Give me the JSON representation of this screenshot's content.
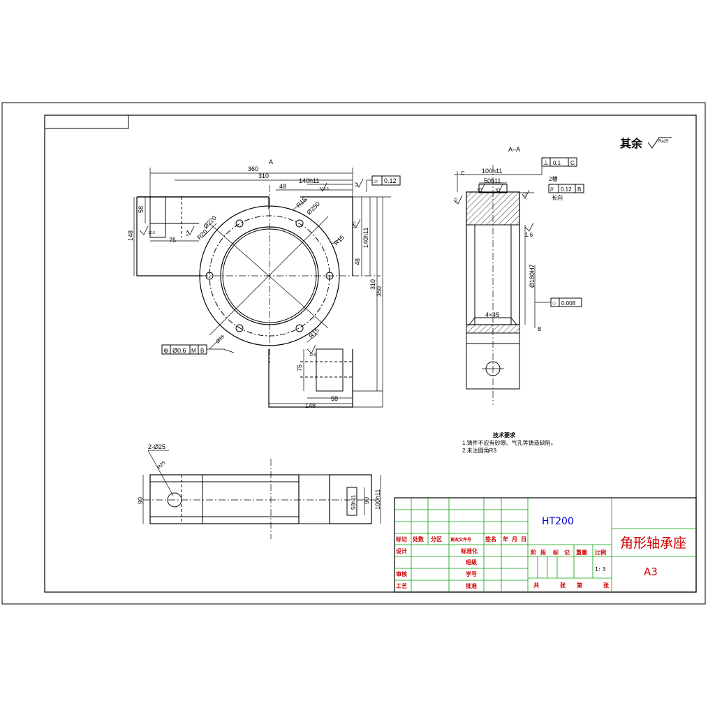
{
  "surface_finish_note": {
    "label": "其余",
    "value": "Ra25"
  },
  "front_view": {
    "view_label": "A",
    "dims": {
      "d360": "360",
      "d310_top": "310",
      "d140h11_top": "140h11",
      "d48_top": "48",
      "d58_left": "58",
      "d148_left": "148",
      "d75_left": "75",
      "d140h11_right": "140h11",
      "d48_right": "48",
      "d310_right": "310",
      "d350": "350",
      "d75_bottom": "75",
      "d58_bottom": "58",
      "d148_bottom": "148",
      "dia220": "Ø220",
      "dia250": "Ø250",
      "r15_a": "R15",
      "r15_b": "R15",
      "r15_c": "R15",
      "r20": "R20",
      "dia15": "Ø15"
    },
    "roughness": {
      "r1": "12.5",
      "r2": "6.3",
      "r3": "12.5",
      "r4": "3.2",
      "r5": "12.5",
      "r6": "12.5"
    },
    "position_tol": {
      "symbol": "⊕",
      "value": "Ø0.6",
      "modifier": "M",
      "datum": "B"
    },
    "flatness_tol": {
      "symbol": "▱",
      "value": "0.12"
    }
  },
  "section_view": {
    "view_label": "A–A",
    "dims": {
      "d100h11": "100h11",
      "d50h11": "50h11",
      "bore": "Ø180H7",
      "chamfer": "4×45"
    },
    "perp_tol": {
      "symbol": "⊥",
      "value": "0.1",
      "datum": "C"
    },
    "par_tol": {
      "symbol": "//",
      "value": "0.12",
      "datum": "B",
      "note1": "2槽",
      "note2": "长向"
    },
    "circ_tol": {
      "symbol": "○",
      "value": "0.008"
    },
    "roughness": {
      "r1": "6.3",
      "r2": "6.3",
      "r3": "3.2",
      "r4": "3.2",
      "r5": "1.6"
    },
    "datum_c": "C",
    "datum_b": "B"
  },
  "top_view": {
    "dims": {
      "holes": "2-Ø25",
      "d90_left": "90",
      "d50h11": "50h11",
      "d90_right": "90",
      "d100h11": "100h11",
      "r25": "R25"
    }
  },
  "tech_requirements": {
    "title": "技术要求",
    "line1": "1.铸件不应有砂眼、气孔等铸造缺陷。",
    "line2": "2.未注圆角R3"
  },
  "title_block": {
    "material": "HT200",
    "part_name": "角形轴承座",
    "sheet_size": "A3",
    "scale": "1: 3",
    "row_labels": [
      "标记",
      "处数",
      "分区",
      "更改文件号",
      "签名",
      "年",
      "月",
      "日"
    ],
    "design": "设计",
    "standardization": "标准化",
    "review": "审核",
    "process": "工艺",
    "class": "班级",
    "student_id": "学号",
    "approve": "批准",
    "stage_labels": [
      "阶",
      "段",
      "标",
      "记"
    ],
    "weight": "重量",
    "scale_label": "比例",
    "total": "共",
    "sheets": "张",
    "page": "第",
    "sheets2": "张"
  }
}
